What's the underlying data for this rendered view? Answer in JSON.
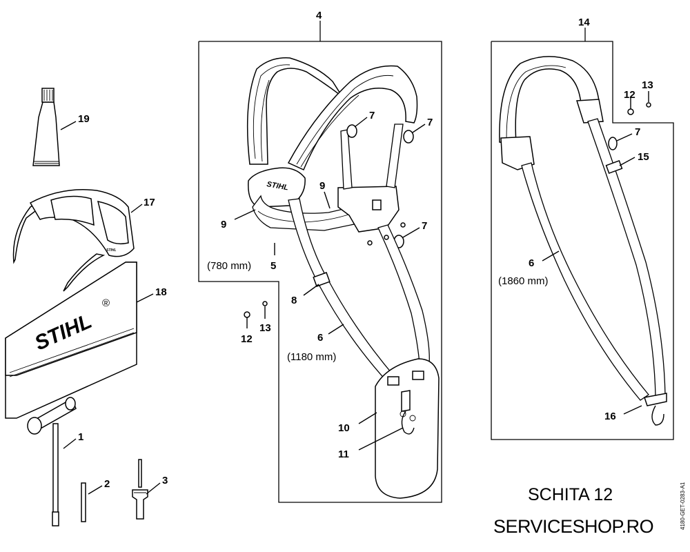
{
  "diagram": {
    "groups": {
      "harness_group": "4",
      "shoulder_strap_group": "14"
    },
    "callouts": {
      "c1": "1",
      "c2": "2",
      "c3": "3",
      "c5": "5",
      "c6_harness": "6",
      "c6_strap": "6",
      "c7_a": "7",
      "c7_b": "7",
      "c7_c": "7",
      "c7_d": "7",
      "c8": "8",
      "c9_a": "9",
      "c9_b": "9",
      "c10": "10",
      "c11": "11",
      "c12_a": "12",
      "c12_b": "12",
      "c13_a": "13",
      "c13_b": "13",
      "c15": "15",
      "c16": "16",
      "c17": "17",
      "c18": "18",
      "c19": "19"
    },
    "dimensions": {
      "hip_belt": "(780 mm)",
      "harness_strap": "(1180 mm)",
      "shoulder_strap": "(1860 mm)"
    },
    "brand_marks": {
      "harness_logo": "STIHL",
      "pouch_logo": "STIHL"
    }
  },
  "footer": {
    "sketch_title": "SCHITA 12",
    "site": "SERVICESHOP.RO",
    "doc_code": "4180-GET-0283-A1"
  }
}
